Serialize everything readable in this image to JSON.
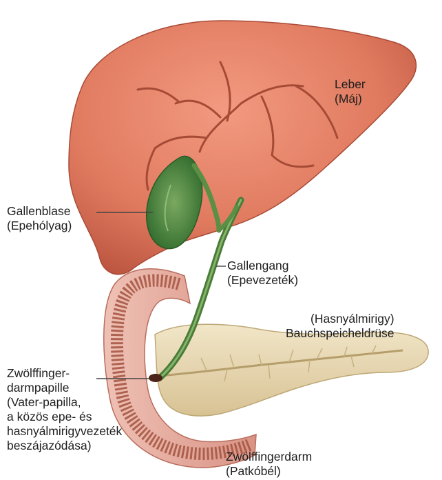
{
  "labels": {
    "liver": {
      "name": "Leber",
      "translation": "(Máj)"
    },
    "gallbladder": {
      "name": "Gallenblase",
      "translation": "(Epehólyag)"
    },
    "bile_duct": {
      "name": "Gallengang",
      "translation": "(Epevezeték)"
    },
    "pancreas": {
      "translation": "(Hasnyálmirigy)",
      "name": "Bauchspeicheldrüse"
    },
    "papilla": {
      "name_line1": "Zwölffinger-",
      "name_line2": "darmpapille",
      "desc_line1": "(Vater-papilla,",
      "desc_line2": "a közös epe- és",
      "desc_line3": "hasnyálmirigyvezeték",
      "desc_line4": "beszájazódása)"
    },
    "duodenum": {
      "name": "Zwölffingerdarm",
      "translation": "(Patkóbél)"
    }
  },
  "colors": {
    "liver": "#e07a5f",
    "liver_dark": "#b9523d",
    "gallbladder": "#3f7d3a",
    "bile_duct": "#5a8f45",
    "pancreas": "#e8d9b5",
    "duodenum_outer": "#e9b2a6",
    "duodenum_inner": "#a3533f",
    "leader_line": "#444444"
  }
}
